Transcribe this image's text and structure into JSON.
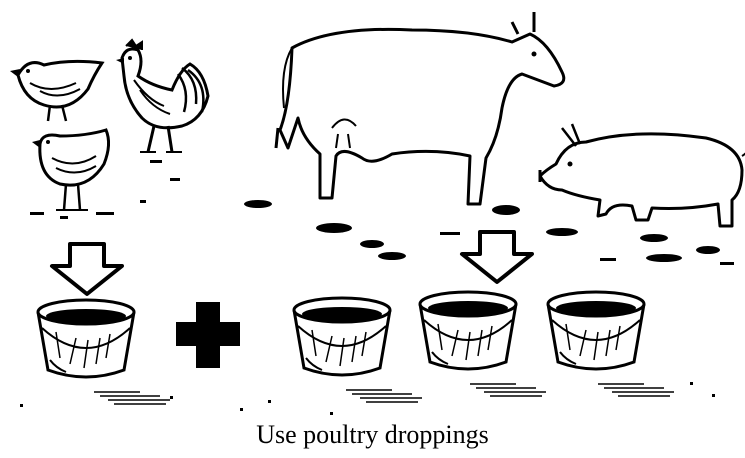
{
  "caption": "Use poultry droppings",
  "colors": {
    "ink": "#000000",
    "paper": "#ffffff"
  },
  "figure": {
    "sources": [
      {
        "id": "poultry",
        "icons": [
          "hen-icon",
          "rooster-icon",
          "hen-icon"
        ]
      },
      {
        "id": "livestock",
        "icons": [
          "cow-icon",
          "pig-icon"
        ]
      }
    ],
    "operator": "plus-icon",
    "arrows": [
      "down-arrow-icon",
      "down-arrow-icon"
    ],
    "buckets": {
      "poultry_manure_count": 1,
      "livestock_manure_count": 3
    }
  }
}
